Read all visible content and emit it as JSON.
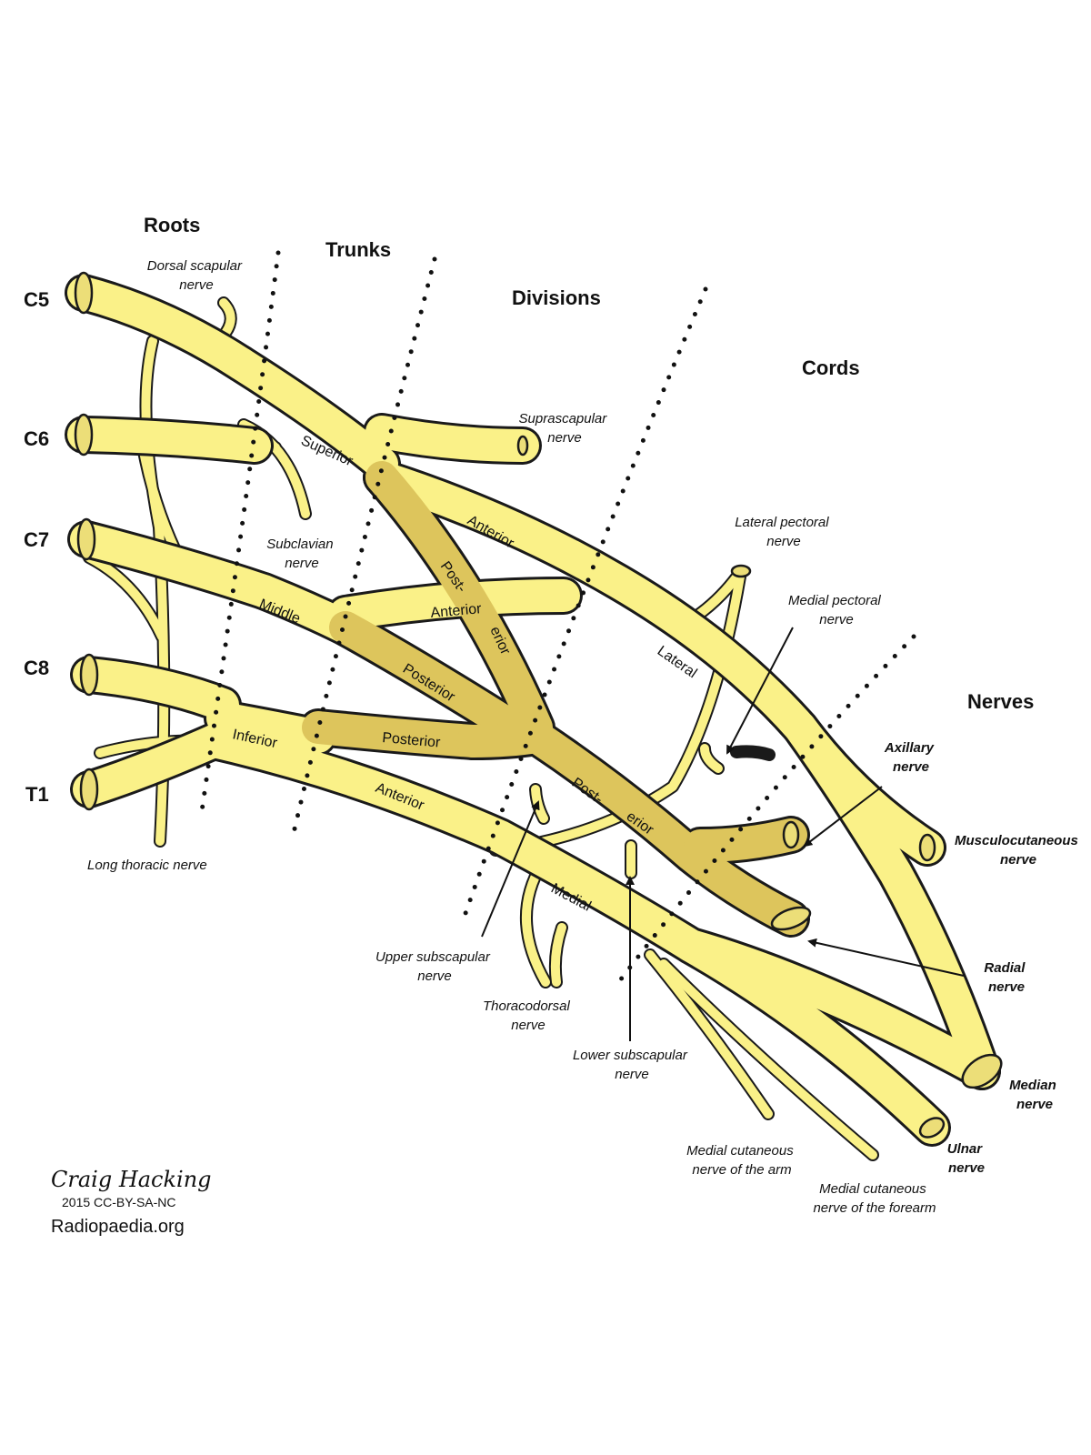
{
  "headings": {
    "roots": "Roots",
    "trunks": "Trunks",
    "divisions": "Divisions",
    "cords": "Cords",
    "nerves": "Nerves"
  },
  "roots": {
    "c5": "C5",
    "c6": "C6",
    "c7": "C7",
    "c8": "C8",
    "t1": "T1"
  },
  "segment_labels": {
    "superior": "Superior",
    "middle": "Middle",
    "inferior": "Inferior",
    "anterior_superior": "Anterior",
    "anterior_middle": "Anterior",
    "anterior_inferior": "Anterior",
    "posterior_superior_1": "Post-",
    "posterior_superior_2": "erior",
    "posterior_middle": "Posterior",
    "posterior_inferior": "Posterior",
    "lateral_cord": "Lateral",
    "medial_cord": "Medial",
    "posterior_cord_1": "Post-",
    "posterior_cord_2": "erior"
  },
  "branch_labels": {
    "dorsal_scapular": [
      "Dorsal scapular",
      "nerve"
    ],
    "suprascapular": [
      "Suprascapular",
      "nerve"
    ],
    "subclavian": [
      "Subclavian",
      "nerve"
    ],
    "long_thoracic": "Long thoracic nerve",
    "lateral_pectoral": [
      "Lateral pectoral",
      "nerve"
    ],
    "medial_pectoral": [
      "Medial pectoral",
      "nerve"
    ],
    "upper_subscapular": [
      "Upper subscapular",
      "nerve"
    ],
    "thoracodorsal": [
      "Thoracodorsal",
      "nerve"
    ],
    "lower_subscapular": [
      "Lower subscapular",
      "nerve"
    ],
    "medial_cutaneous_arm": [
      "Medial cutaneous",
      "nerve of the arm"
    ],
    "medial_cutaneous_forearm": [
      "Medial cutaneous",
      "nerve of the forearm"
    ]
  },
  "terminal_labels": {
    "axillary": [
      "Axillary",
      "nerve"
    ],
    "musculocutaneous": [
      "Musculocutaneous",
      "nerve"
    ],
    "radial": [
      "Radial",
      "nerve"
    ],
    "median": [
      "Median",
      "nerve"
    ],
    "ulnar": [
      "Ulnar",
      "nerve"
    ]
  },
  "credit": {
    "author": "Craig Hacking",
    "license": "2015 CC-BY-SA-NC",
    "site": "Radiopaedia.org"
  },
  "colors": {
    "nerve_fill": "#faf188",
    "posterior_fill": "#ddc55c",
    "outline": "#1a1a1a"
  }
}
